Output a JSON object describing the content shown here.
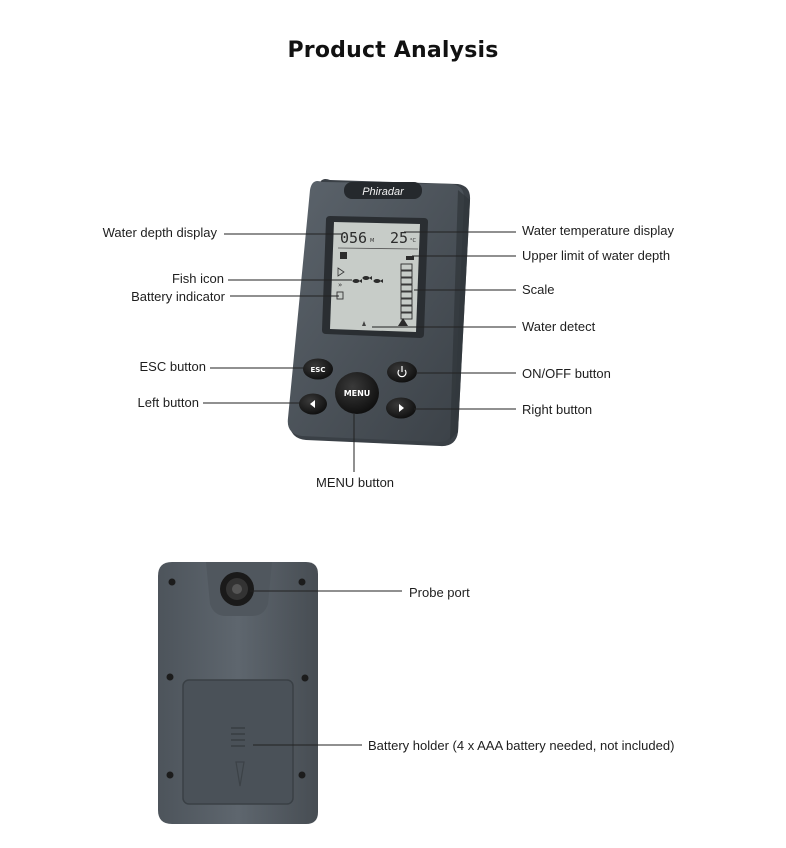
{
  "title": "Product Analysis",
  "device": {
    "brand": "Phiradar",
    "screen": {
      "depth": "056",
      "depth_unit": "M",
      "temperature": "25",
      "temp_unit": "°C"
    },
    "buttons": {
      "esc": "ESC",
      "menu": "MENU"
    }
  },
  "labels": {
    "water_depth_display": "Water depth display",
    "fish_icon": "Fish icon",
    "battery_indicator": "Battery indicator",
    "esc_button": "ESC button",
    "left_button": "Left button",
    "menu_button": "MENU button",
    "water_temperature_display": "Water temperature display",
    "upper_limit": "Upper limit of water depth",
    "scale": "Scale",
    "water_detect": "Water detect",
    "onoff_button": "ON/OFF button",
    "right_button": "Right button",
    "probe_port": "Probe port",
    "battery_holder": "Battery holder (4 x AAA battery needed, not included)"
  },
  "colors": {
    "body": "#4a5158",
    "body_dark": "#363b40",
    "screen": "#c9cdc9",
    "lines": "#222222"
  }
}
